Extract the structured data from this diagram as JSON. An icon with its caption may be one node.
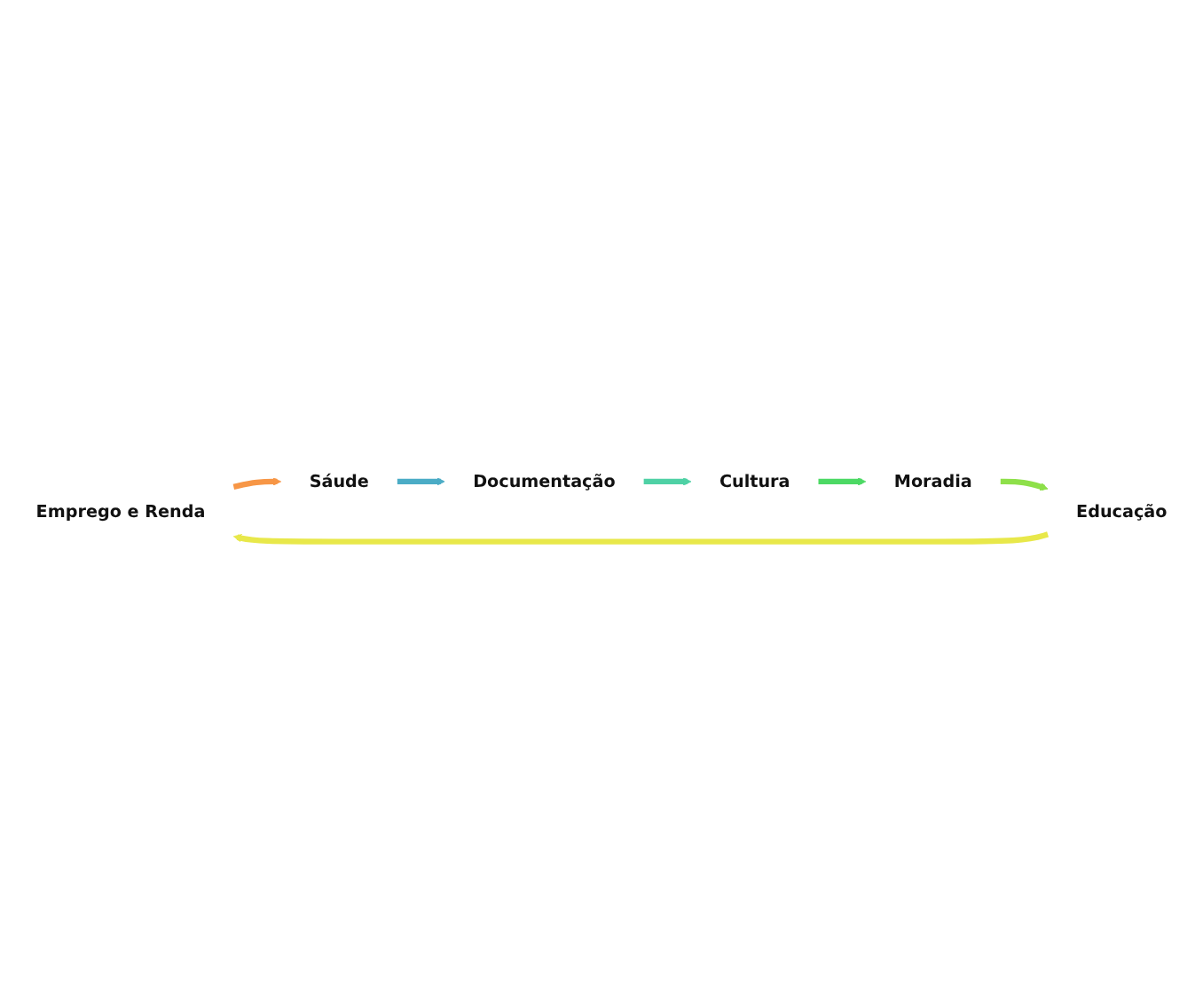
{
  "diagram": {
    "nodes": [
      {
        "text": [
          "Emprego e Renda"
        ]
      },
      {
        "text": [
          "Sáude"
        ]
      },
      {
        "text": [
          "Documentação"
        ]
      },
      {
        "text": [
          "Cultura"
        ]
      },
      {
        "text": [
          "Moradia"
        ]
      },
      {
        "text": [
          "Educação"
        ]
      }
    ],
    "edges": [
      {
        "from": 0,
        "to": 1,
        "arrow": "to",
        "color": "#f79646"
      },
      {
        "from": 1,
        "to": 2,
        "arrow": "to",
        "color": "#4bacc6"
      },
      {
        "from": 2,
        "to": 3,
        "arrow": "to",
        "color": "#4fd1a5"
      },
      {
        "from": 3,
        "to": 4,
        "arrow": "to",
        "color": "#4cd964"
      },
      {
        "from": 4,
        "to": 5,
        "arrow": "to",
        "color": "#8ee04a"
      },
      {
        "from": 5,
        "to": 0,
        "arrow": "to",
        "color": "#e8e84a"
      }
    ]
  }
}
